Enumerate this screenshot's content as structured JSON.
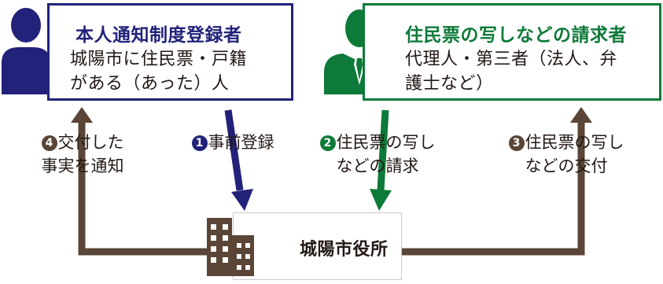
{
  "registrant": {
    "title": "本人通知制度登録者",
    "body_line1": "城陽市に住民票・戸籍",
    "body_line2": "がある（あった）人",
    "border_color": "#22227a"
  },
  "requester": {
    "title": "住民票の写しなどの請求者",
    "body_line1": "代理人・第三者（法人、弁",
    "body_line2": "護士など）",
    "border_color": "#0e7a39"
  },
  "city_office": {
    "name": "城陽市役所"
  },
  "steps": {
    "step1": {
      "number": "1",
      "line1": "事前登録",
      "color": "#22227a"
    },
    "step2": {
      "number": "2",
      "line1": "住民票の写し",
      "line2": "などの請求",
      "color": "#0e7a39"
    },
    "step3": {
      "number": "3",
      "line1": "住民票の写し",
      "line2": "などの交付",
      "color": "#5a4536"
    },
    "step4": {
      "number": "4",
      "line1": "交付した",
      "line2": "事実を通知",
      "color": "#5a4536"
    }
  },
  "icons": {
    "registrant": "person-icon",
    "requester": "businessman-icon",
    "city_office": "building-icon"
  }
}
